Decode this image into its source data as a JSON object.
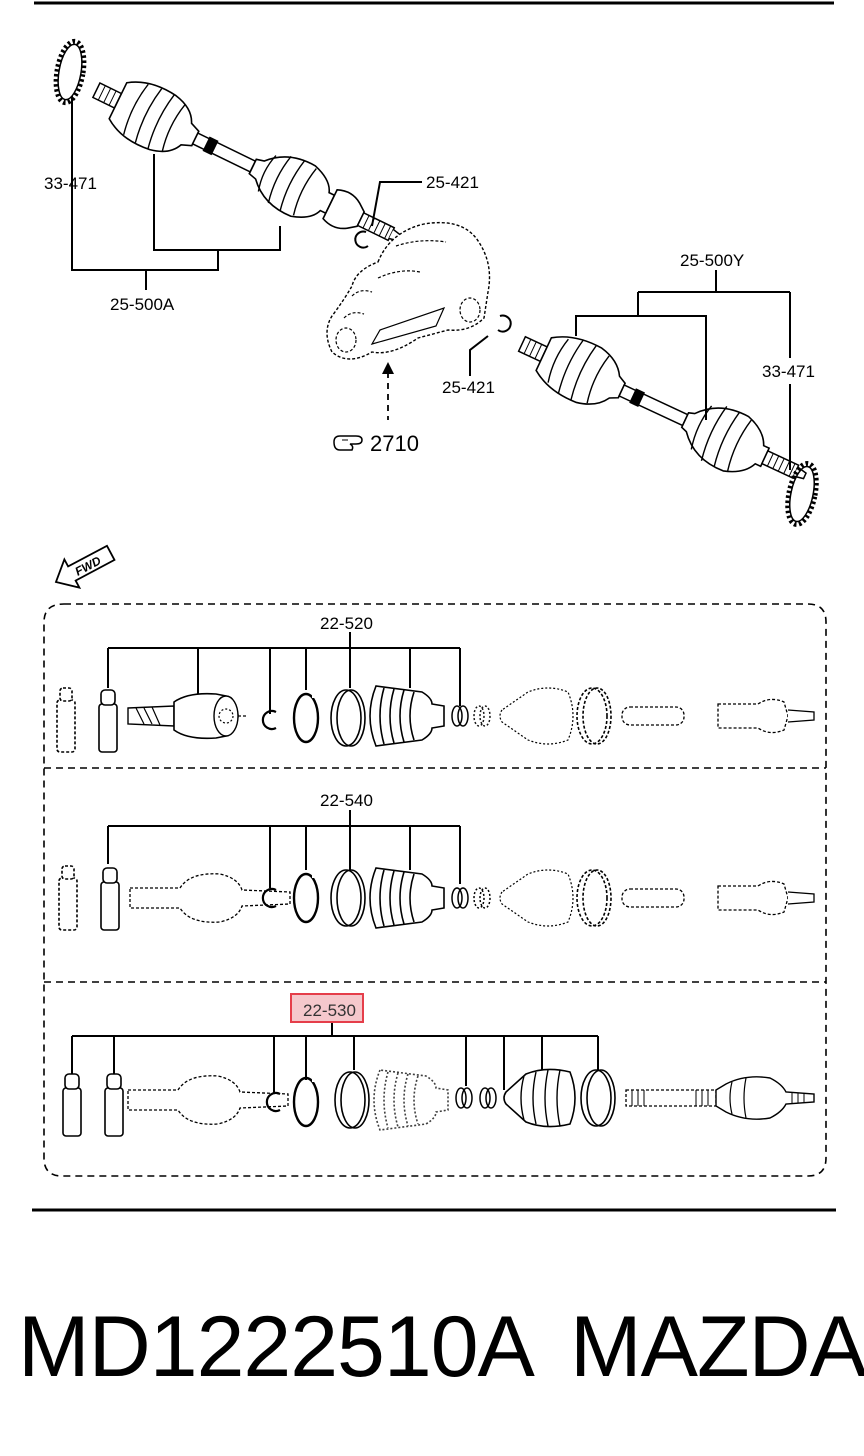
{
  "diagram": {
    "top_callouts": {
      "seal_left": "33-471",
      "circlip_upper": "25-421",
      "shaft_left": "25-500A",
      "shaft_right": "25-500Y",
      "circlip_lower": "25-421",
      "seal_right": "33-471",
      "differential_ref": "2710"
    },
    "direction_marker": "FWD",
    "kits": [
      {
        "label": "22-520",
        "highlighted": false
      },
      {
        "label": "22-540",
        "highlighted": false
      },
      {
        "label": "22-530",
        "highlighted": true
      }
    ],
    "highlight_color": "#e53e4a"
  },
  "footer": {
    "part_number": "MD1222510A",
    "brand": "MAZDA"
  }
}
